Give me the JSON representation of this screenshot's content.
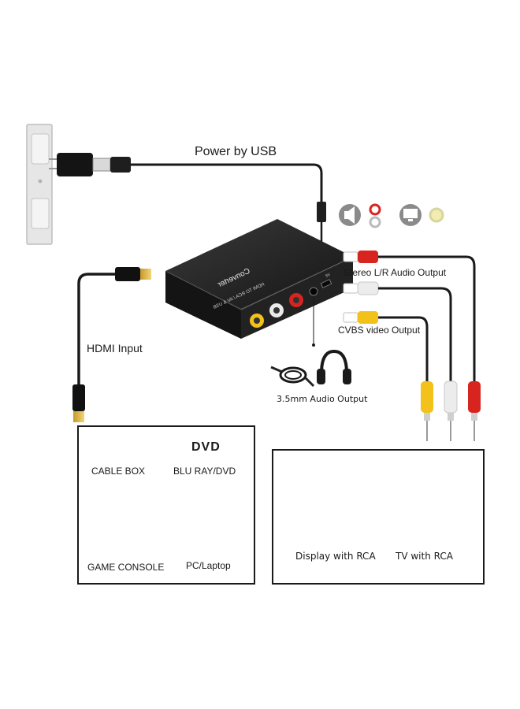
{
  "device": {
    "title": "Converter",
    "subtitle": "HDMI TO RCA / AV & USB",
    "port_label": "5V"
  },
  "labels": {
    "power": "Power by USB",
    "hdmi_input": "HDMI Input",
    "stereo_output": "Stereo L/R Audio Output",
    "cvbs_output": "CVBS video Output",
    "audio_output": "3.5mm Audio Output"
  },
  "sources": {
    "items": [
      {
        "label": "CABLE BOX",
        "icon": "cable-box-icon"
      },
      {
        "label": "BLU RAY/DVD",
        "icon": "dvd-player-icon",
        "badge": "DVD"
      },
      {
        "label": "GAME CONSOLE",
        "icon": "game-console-icon"
      },
      {
        "label": "PC/Laptop",
        "icon": "pc-icon"
      }
    ]
  },
  "displays": {
    "items": [
      {
        "label": "Display with RCA",
        "icon": "monitor-icon"
      },
      {
        "label": "TV with RCA",
        "icon": "tv-icon"
      }
    ]
  },
  "colors": {
    "device": "#1c1c1c",
    "cable": "#1a1a1a",
    "rca_red": "#d8241f",
    "rca_white": "#e9e9e9",
    "rca_yellow": "#f2c21a",
    "wall": "#e3e3e3",
    "icon_gray": "#8a8a8a",
    "indicator_yellow": "#f3ecb0"
  }
}
